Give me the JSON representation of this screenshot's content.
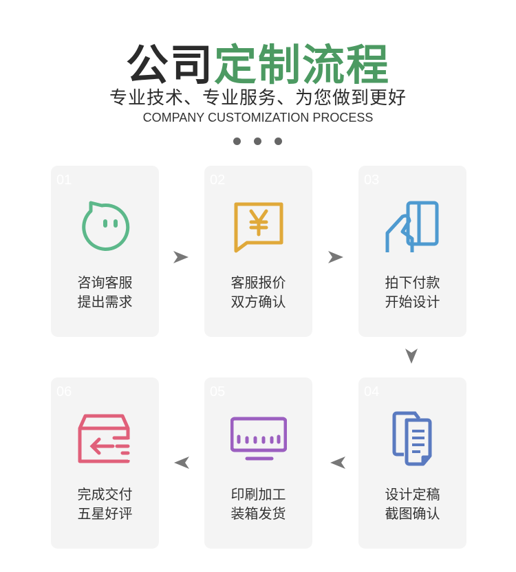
{
  "header": {
    "title_dark": "公司",
    "title_green": "定制流程",
    "subtitle": "专业技术、专业服务、为您做到更好",
    "subtitle_en": "COMPANY CUSTOMIZATION PROCESS"
  },
  "steps": [
    {
      "num": "01",
      "line1": "咨询客服",
      "line2": "提出需求",
      "color": "#5cb88a"
    },
    {
      "num": "02",
      "line1": "客服报价",
      "line2": "双方确认",
      "color": "#e0a93a"
    },
    {
      "num": "03",
      "line1": "拍下付款",
      "line2": "开始设计",
      "color": "#4e9ad0"
    },
    {
      "num": "04",
      "line1": "设计定稿",
      "line2": "截图确认",
      "color": "#5a7ac0"
    },
    {
      "num": "05",
      "line1": "印刷加工",
      "line2": "装箱发货",
      "color": "#9b5fc0"
    },
    {
      "num": "06",
      "line1": "完成交付",
      "line2": "五星好评",
      "color": "#e0607a"
    }
  ]
}
